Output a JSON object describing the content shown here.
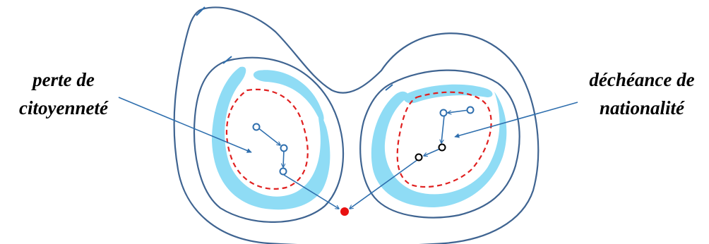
{
  "labels": {
    "left": [
      "perte de",
      "citoyenneté"
    ],
    "right": [
      "déchéance de",
      "nationalité"
    ]
  },
  "colors": {
    "outline": "#3f6491",
    "band": "#8fdcf5",
    "dashed": "#e02020",
    "arrow": "#2f6fae",
    "node_blue": "#2f6fae",
    "node_dark": "#000000",
    "target": "#e81010"
  }
}
